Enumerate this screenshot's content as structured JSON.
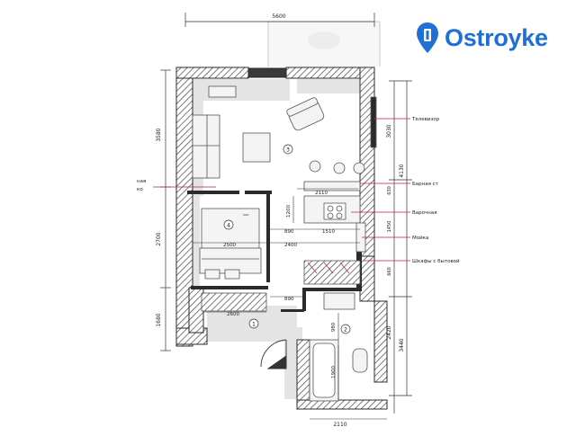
{
  "brand": {
    "name": "Ostroyke",
    "color": "#1f6fd6",
    "icon": "map-pin-logo-icon"
  },
  "plan": {
    "top_dimension": "5600",
    "left_dimensions": [
      "3580",
      "2700",
      "1680"
    ],
    "right_dimensions": [
      "3030",
      "4130",
      "2420",
      "3440"
    ],
    "inner_dimensions": [
      "2110",
      "1510",
      "2400",
      "890",
      "2500",
      "890",
      "2600",
      "1200",
      "980",
      "1900",
      "2110",
      "630",
      "1450",
      "660"
    ],
    "rooms": [
      {
        "number": "1"
      },
      {
        "number": "2"
      },
      {
        "number": "3"
      },
      {
        "number": "4"
      }
    ],
    "callouts_right": [
      "Телевизор",
      "Барная ст",
      "Варочная",
      "Мойка",
      "Шкафы с бытовой"
    ],
    "callouts_left": [
      "ная",
      "ко"
    ],
    "bed_label": "кор"
  },
  "colors": {
    "wall": "#2b2b2b",
    "hatch": "#555555",
    "furniture": "#f4f4f4",
    "shadow": "#e3e3e3",
    "dimension_line": "#333333",
    "callout": "#b8233a"
  }
}
